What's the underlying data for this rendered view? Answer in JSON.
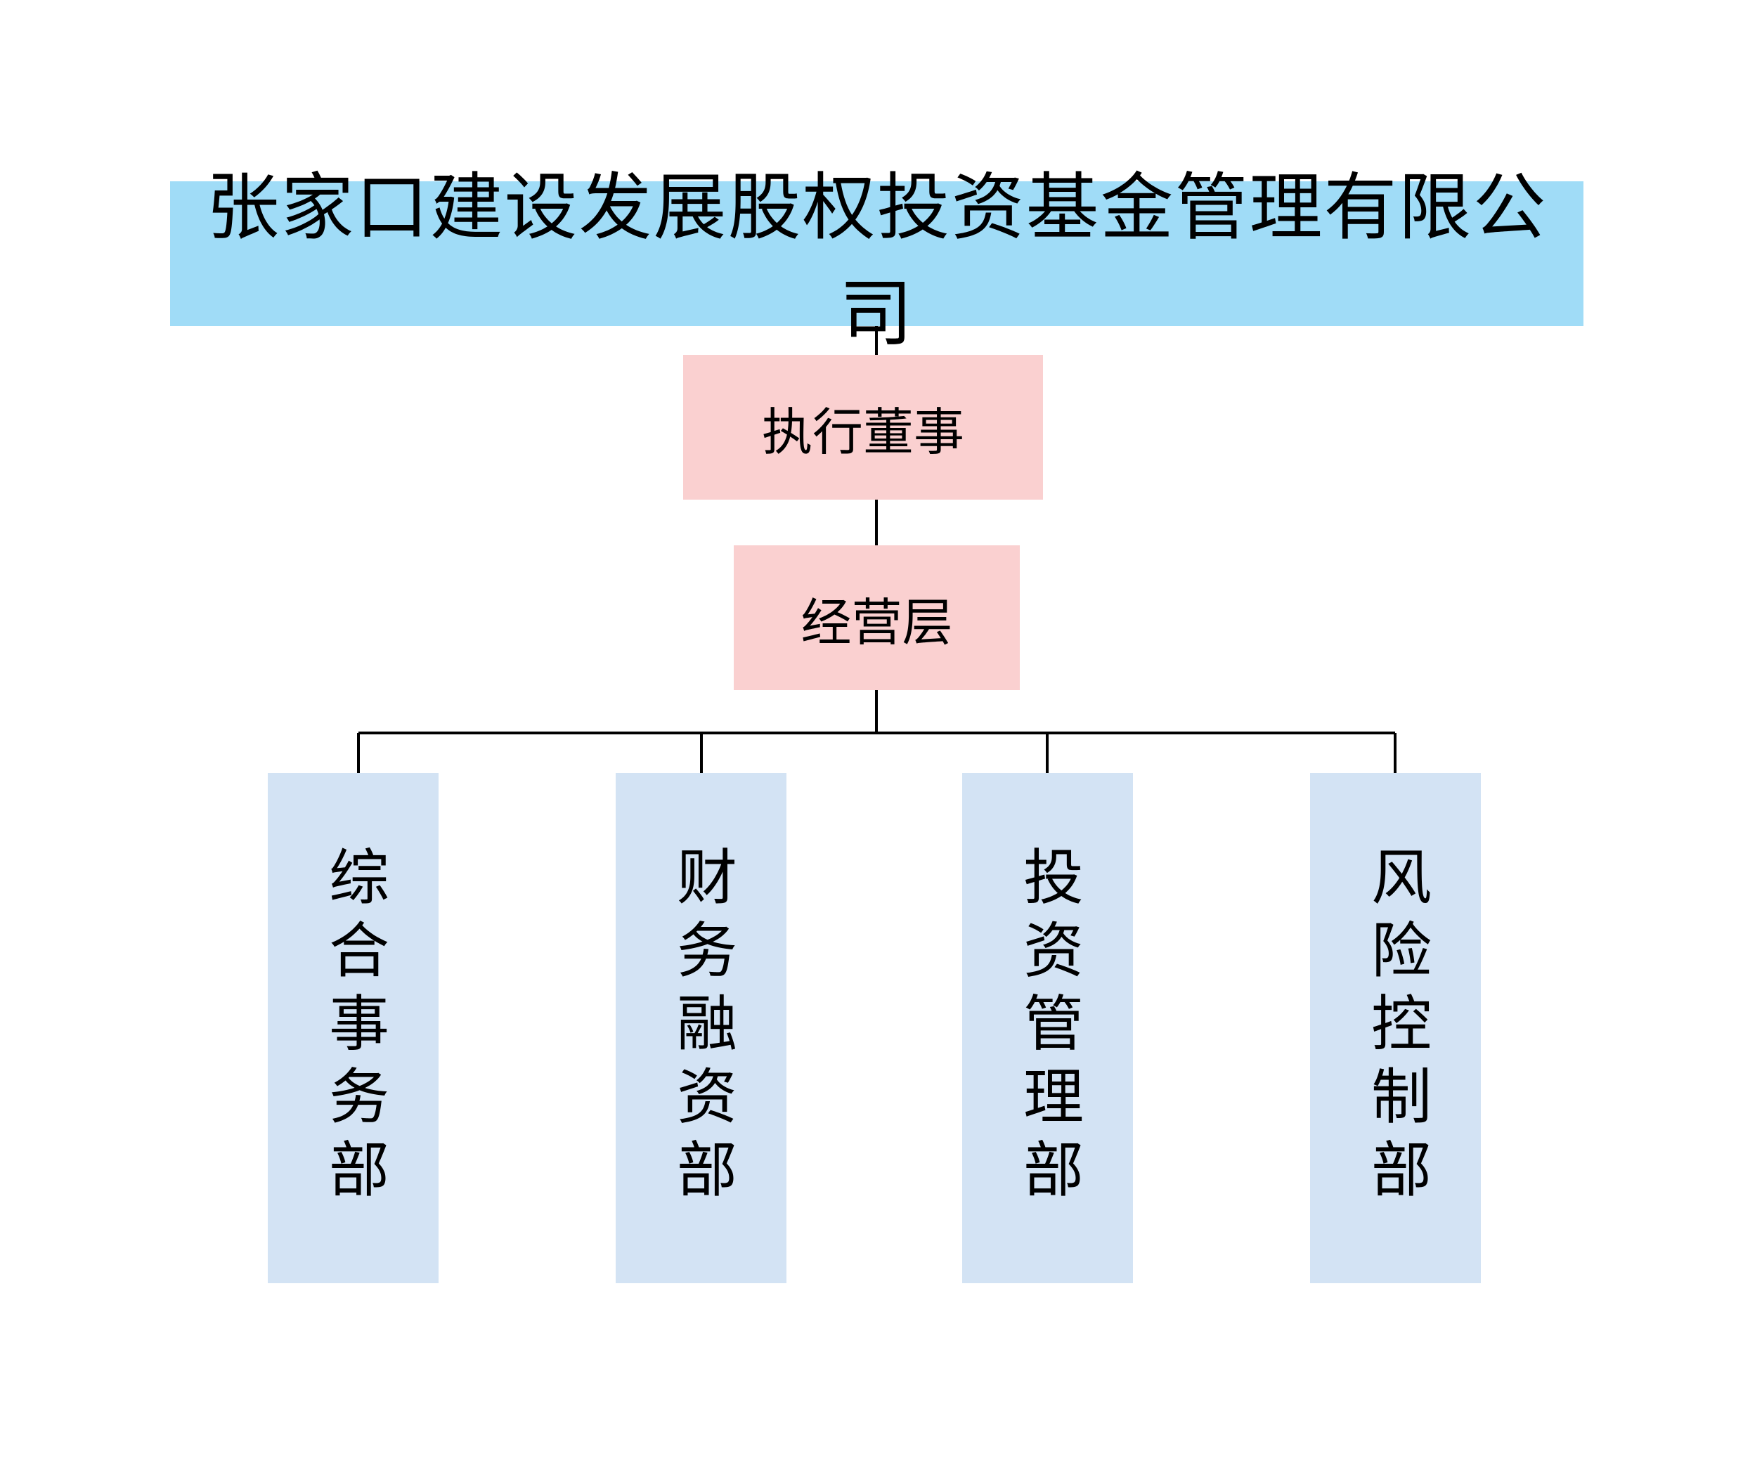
{
  "org_chart": {
    "company": "张家口建设发展股权投资基金管理有限公司",
    "executive": "执行董事",
    "management": "经营层",
    "departments": [
      "综合事务部",
      "财务融资部",
      "投资管理部",
      "风险控制部"
    ]
  },
  "colors": {
    "company_fill": "#a0dcf7",
    "leadership_fill": "#fad0d0",
    "department_fill": "#d3e3f4",
    "connector": "#000000"
  }
}
